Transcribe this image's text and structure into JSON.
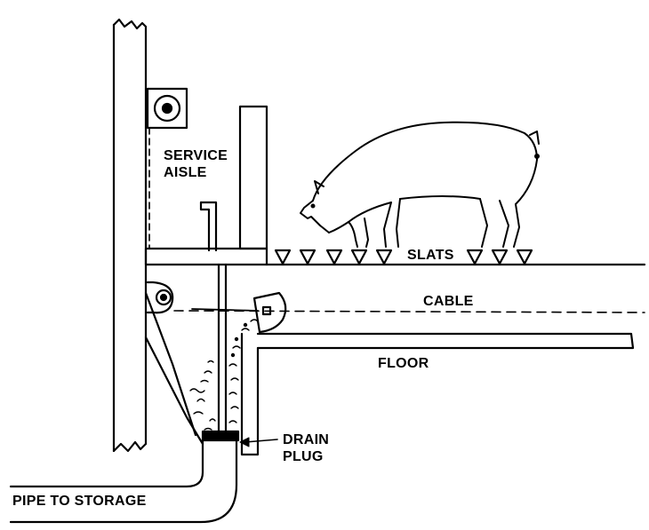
{
  "labels": {
    "service_aisle_line1": "SERVICE",
    "service_aisle_line2": "AISLE",
    "slats": "SLATS",
    "cable": "CABLE",
    "floor": "FLOOR",
    "drain_line1": "DRAIN",
    "drain_line2": "PLUG",
    "pipe": "PIPE TO STORAGE"
  },
  "colors": {
    "ink": "#000000",
    "paper": "#ffffff"
  }
}
